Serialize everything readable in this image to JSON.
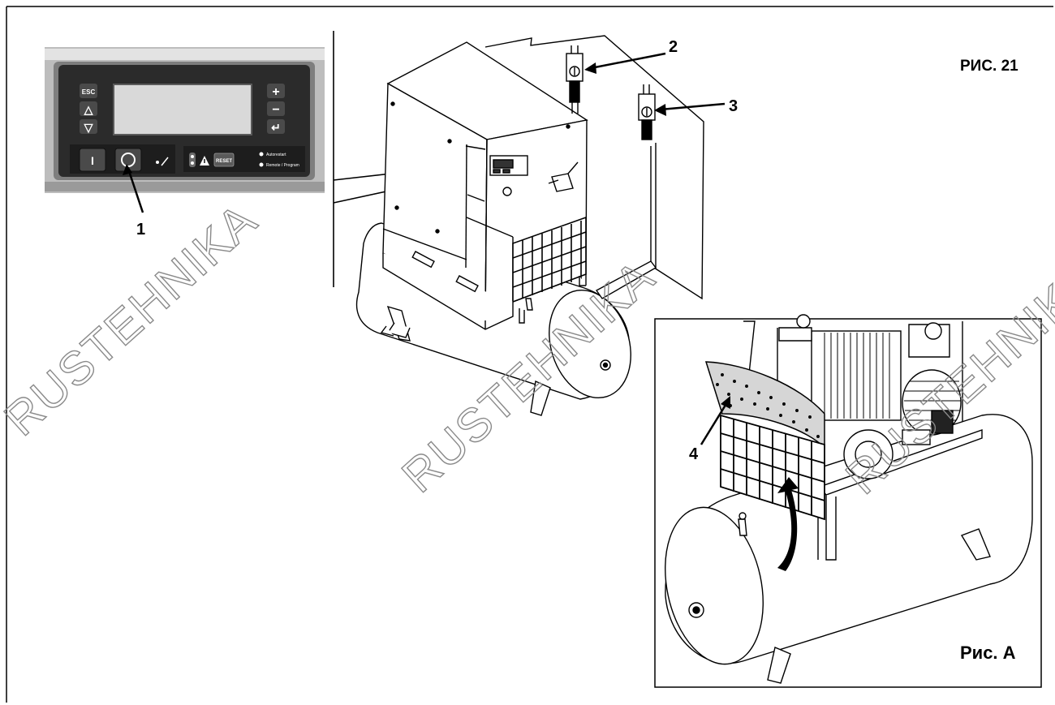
{
  "figure": {
    "title": "РИС. 21",
    "inset_title": "Рис. A"
  },
  "callouts": [
    {
      "id": "1",
      "label": "1"
    },
    {
      "id": "2",
      "label": "2"
    },
    {
      "id": "3",
      "label": "3"
    },
    {
      "id": "4",
      "label": "4"
    }
  ],
  "control_panel": {
    "keys": {
      "esc": "ESC",
      "up": "△",
      "down": "▽",
      "plus": "+",
      "minus": "−",
      "enter": "↵",
      "start": "I",
      "stop": "O",
      "reset": "RESET"
    },
    "indicators": [
      "Autorestart",
      "Remote / Program"
    ]
  },
  "watermarks": [
    "RUSTEHNIKA",
    "RUSTEHNIKA",
    "RUSTEHNIKA"
  ],
  "colors": {
    "panel_bezel": "#8c8c8c",
    "panel_face": "#2a2a2a",
    "key": "#4a4a4a",
    "lcd": "#d9d9d9",
    "watermark": "#8a8a8a"
  }
}
